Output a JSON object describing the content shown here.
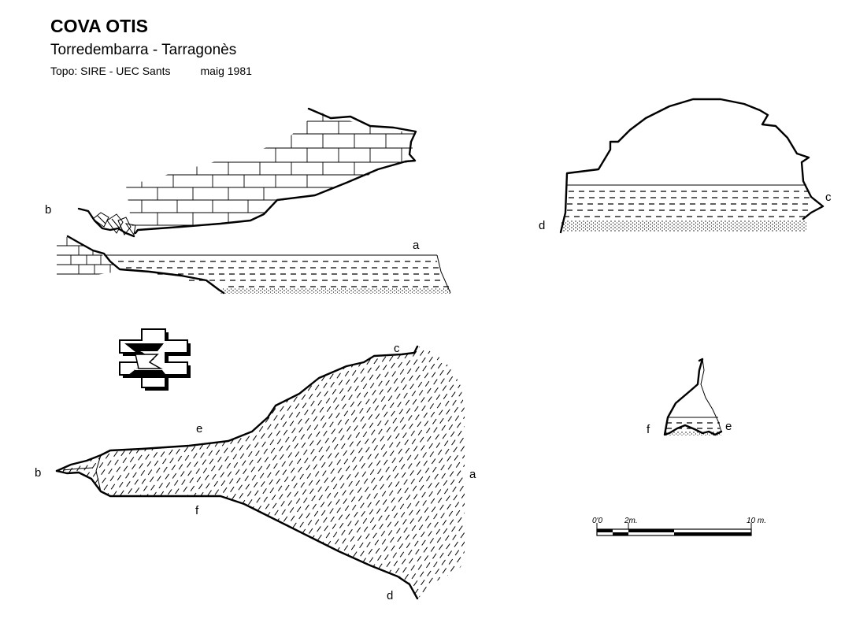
{
  "header": {
    "title": "COVA OTIS",
    "location": "Torredembarra - Tarragonès",
    "topo": "Topo: SIRE - UEC Sants",
    "date": "maig 1981"
  },
  "labels": {
    "a": "a",
    "b": "b",
    "c": "c",
    "d": "d",
    "e": "e",
    "f": "f"
  },
  "scale_bar": {
    "start": "0'0",
    "mid": "2m.",
    "end": "10 m."
  }
}
